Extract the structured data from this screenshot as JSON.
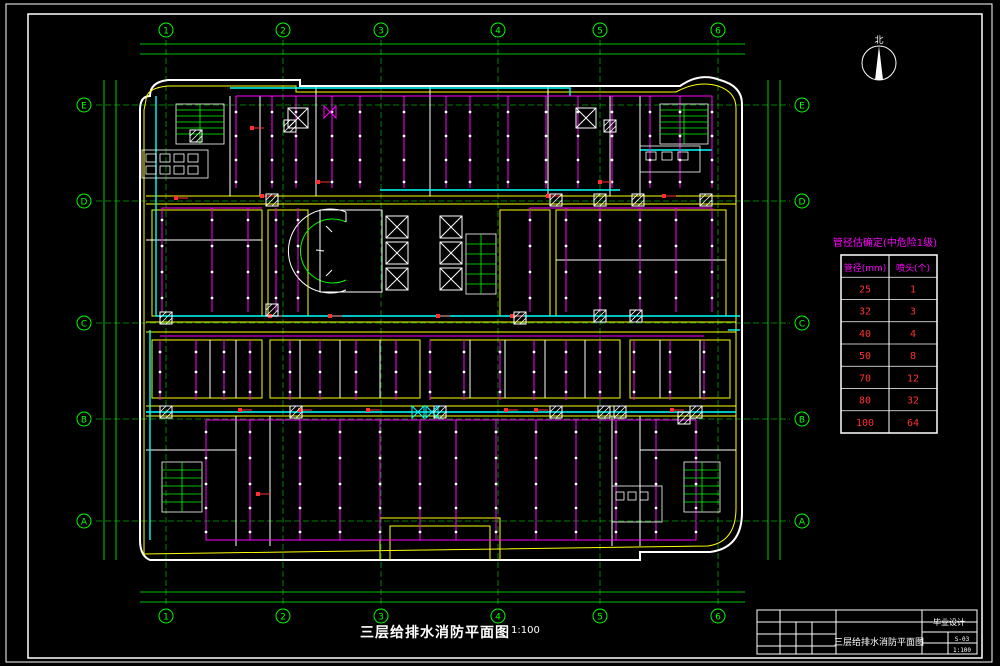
{
  "title": "三层给排水消防平面图",
  "scale": "1:100",
  "north_label": "北",
  "grid": {
    "columns": [
      "1",
      "2",
      "3",
      "4",
      "5",
      "6"
    ],
    "rows": [
      "E",
      "D",
      "C",
      "B",
      "A"
    ]
  },
  "pipe_table": {
    "title": "管径估确定(中危险1级)",
    "headers": [
      "管径(mm)",
      "喷头(个)"
    ],
    "rows": [
      [
        "25",
        "1"
      ],
      [
        "32",
        "3"
      ],
      [
        "40",
        "4"
      ],
      [
        "50",
        "8"
      ],
      [
        "70",
        "12"
      ],
      [
        "80",
        "32"
      ],
      [
        "100",
        "64"
      ]
    ]
  },
  "title_block": {
    "main_name": "三层给排水消防平面图",
    "design_label": "毕业设计",
    "code": "S-03",
    "scale": "1:100"
  },
  "colors": {
    "background": "#000000",
    "frame": "#ffffff",
    "wall": "#ffffff",
    "grid_line": "#00ff00",
    "pipe": "#ff00ff",
    "room_outline": "#ffff00",
    "water_line": "#00ffff",
    "table_border": "#ffffff",
    "table_title": "#ff00ff",
    "table_value": "#ff3030"
  }
}
